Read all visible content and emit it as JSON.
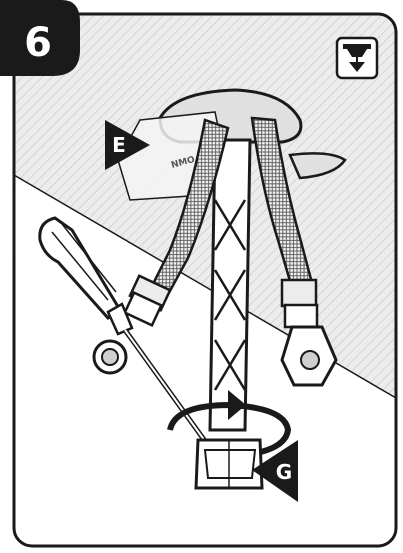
{
  "step": {
    "number": "6"
  },
  "callouts": {
    "e": {
      "label": "E"
    },
    "g": {
      "label": "G"
    }
  },
  "part_marking": "NMO",
  "icons": {
    "mode_icon": "under-sink-install-icon"
  },
  "colors": {
    "ink": "#1a1a1a",
    "background": "#ffffff",
    "panel_shade": "#d9d9d9",
    "hatch": "#c8c8c8",
    "hose_mesh": "#bdbdbd",
    "metal": "#e6e6e6"
  }
}
